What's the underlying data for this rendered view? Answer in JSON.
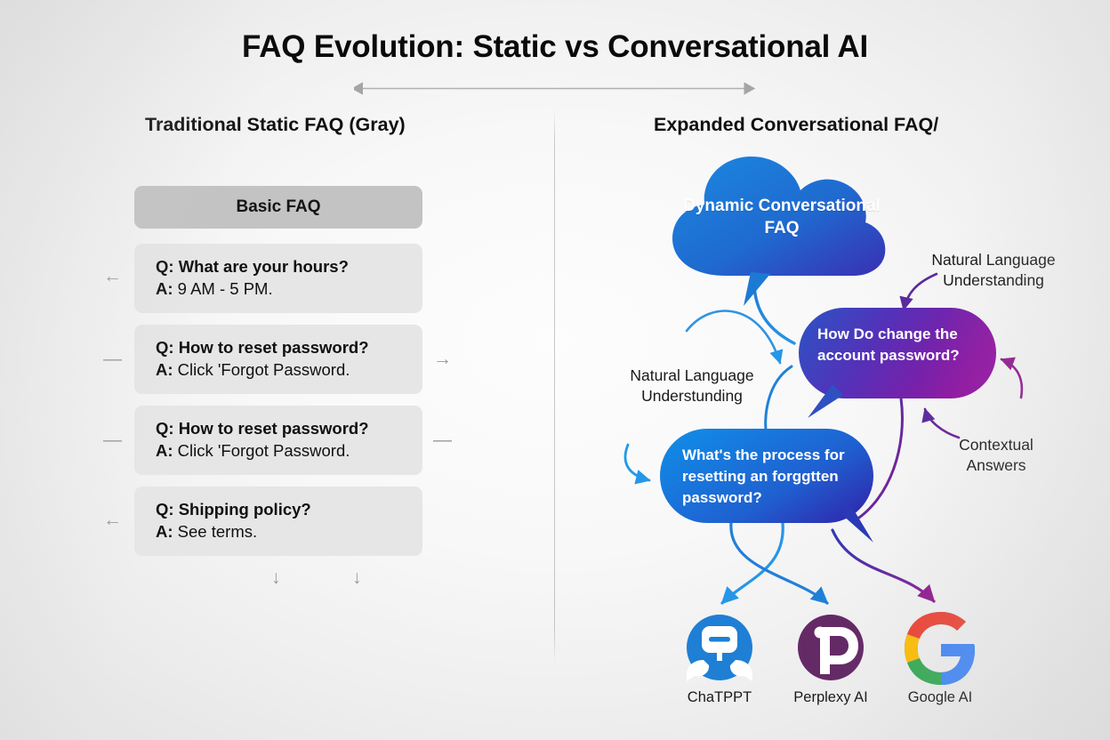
{
  "title": "FAQ Evolution: Static vs Conversational AI",
  "columns": {
    "left_heading": "Traditional Static FAQ (Gray)",
    "right_heading": "Expanded Conversational FAQ/"
  },
  "left_panel": {
    "header_label": "Basic FAQ",
    "cards": [
      {
        "q": "Q: What are your hours?",
        "a_label": "A:",
        "a": " 9 AM - 5 PM."
      },
      {
        "q": "Q: How to reset password?",
        "a_label": "A:",
        "a": " Click 'Forgot Password."
      },
      {
        "q": "Q: How to reset password?",
        "a_label": "A:",
        "a": " Click 'Forgot Password."
      },
      {
        "q": "Q: Shipping policy?",
        "a_label": "A:",
        "a": " See terms."
      }
    ],
    "marks": [
      "←",
      "—",
      "—",
      "←",
      "→",
      "—",
      "↓",
      "↓"
    ]
  },
  "right_panel": {
    "cloud_label": "Dynamic Conversational FAQ",
    "bubbles": [
      {
        "id": "purple",
        "text": "How Do change the account password?"
      },
      {
        "id": "blue",
        "text": "What's the process for resetting an forggtten password?"
      }
    ],
    "annotations": [
      {
        "id": "nlu-top",
        "text": "Natural Language Understanding"
      },
      {
        "id": "nlu-left",
        "text": "Natural Language Understunding"
      },
      {
        "id": "contextual",
        "text": "Contextual Answers"
      }
    ],
    "logos": [
      {
        "name": "chatgpt",
        "label": "ChaTPPT",
        "color": "#1f7fd4"
      },
      {
        "name": "perplexity",
        "label": "Perplexy AI",
        "color": "#642a66"
      },
      {
        "name": "google",
        "label": "Google AI",
        "color": "#4285f4"
      }
    ]
  },
  "colors": {
    "background": "#efefef",
    "card_gray": "#e6e6e6",
    "header_gray": "#c3c3c3",
    "cloud_from": "#1878d2",
    "cloud_to": "#3b32b4",
    "bubble_purple_from": "#2b55c4",
    "bubble_purple_to": "#8f1f9e",
    "bubble_blue_from": "#1084e0",
    "bubble_blue_to": "#2f2fae",
    "arrow_gray": "#9a9a9a"
  }
}
